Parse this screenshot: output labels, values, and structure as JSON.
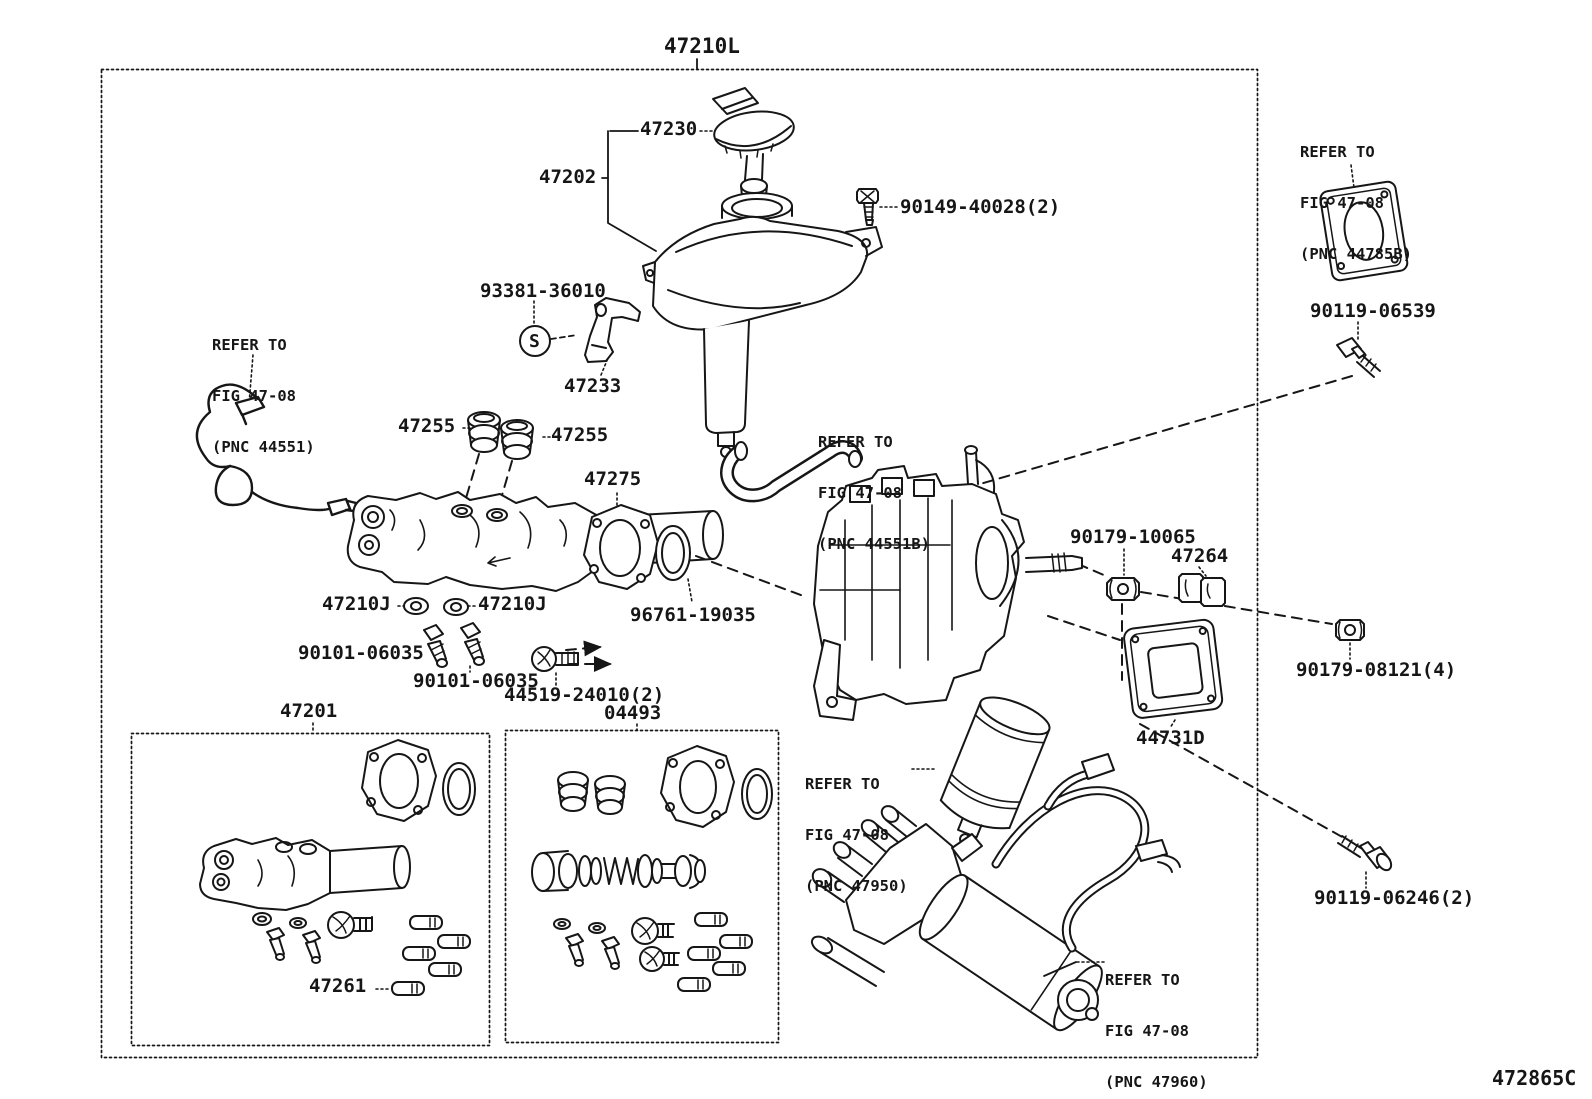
{
  "figure": {
    "title": "47210L",
    "footer_code": "472865C",
    "symbol_s": "S",
    "ink_color": "#161616",
    "background_color": "#ffffff"
  },
  "labels": {
    "cap": "47230",
    "reservoir": "47202",
    "screw_90149": "90149-40028(2)",
    "bolt_90119_06539": "90119-06539",
    "clip_93381": "93381-36010",
    "bracket_47233": "47233",
    "cap_47255_left": "47255",
    "cap_47255_right": "47255",
    "gasket_47275": "47275",
    "nut_90179_10065": "90179-10065",
    "clamp_47264": "47264",
    "grommet_47210j_left": "47210J",
    "grommet_47210j_right": "47210J",
    "oring_96761": "96761-19035",
    "bleeder_90101_a": "90101-06035",
    "bleeder_90101_b": "90101-06035",
    "bolt_44519": "44519-24010(2)",
    "kit_47201": "47201",
    "kit_04493": "04493",
    "nut_90179_08121": "90179-08121(4)",
    "gasket_44731d": "44731D",
    "stud_47261": "47261",
    "bolt_90119_06246": "90119-06246(2)"
  },
  "refer_notes": {
    "pnc_44785b": [
      "REFER TO",
      "FIG 47-08",
      "(PNC 44785B)"
    ],
    "pnc_44551": [
      "REFER TO",
      "FIG 47-08",
      "(PNC 44551)"
    ],
    "pnc_44551b": [
      "REFER TO",
      "FIG 47-08",
      "(PNC 44551B)"
    ],
    "pnc_47950": [
      "REFER TO",
      "FIG 47-08",
      "(PNC 47950)"
    ],
    "pnc_47960": [
      "REFER TO",
      "FIG 47-08",
      "(PNC 47960)"
    ]
  }
}
